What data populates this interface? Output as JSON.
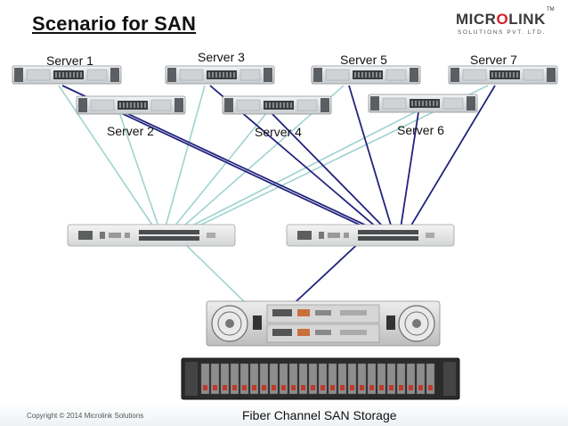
{
  "slide": {
    "title": "Scenario for SAN",
    "logo": {
      "brand_pre": "MICR",
      "brand_o": "O",
      "brand_post": "LINK",
      "tagline": "SOLUTIONS PVT. LTD.",
      "tm": "TM"
    },
    "footer": {
      "copyright": "Copyright © 2014 Microlink Solutions",
      "caption": "Fiber Channel SAN Storage"
    }
  },
  "servers": [
    {
      "id": "server1",
      "label": "Server 1"
    },
    {
      "id": "server2",
      "label": "Server 2"
    },
    {
      "id": "server3",
      "label": "Server 3"
    },
    {
      "id": "server4",
      "label": "Server 4"
    },
    {
      "id": "server5",
      "label": "Server 5"
    },
    {
      "id": "server6",
      "label": "Server 6"
    },
    {
      "id": "server7",
      "label": "Server 7"
    }
  ],
  "switches": [
    {
      "id": "switch-left"
    },
    {
      "id": "switch-right"
    }
  ],
  "storage": {
    "id": "san-storage"
  },
  "colors": {
    "fabric_a": "#9fd3d0",
    "fabric_b": "#23237e",
    "server_body": "#e4e6e8",
    "switch_body": "#e9eaeb",
    "storage_dark": "#2b2b2b"
  }
}
